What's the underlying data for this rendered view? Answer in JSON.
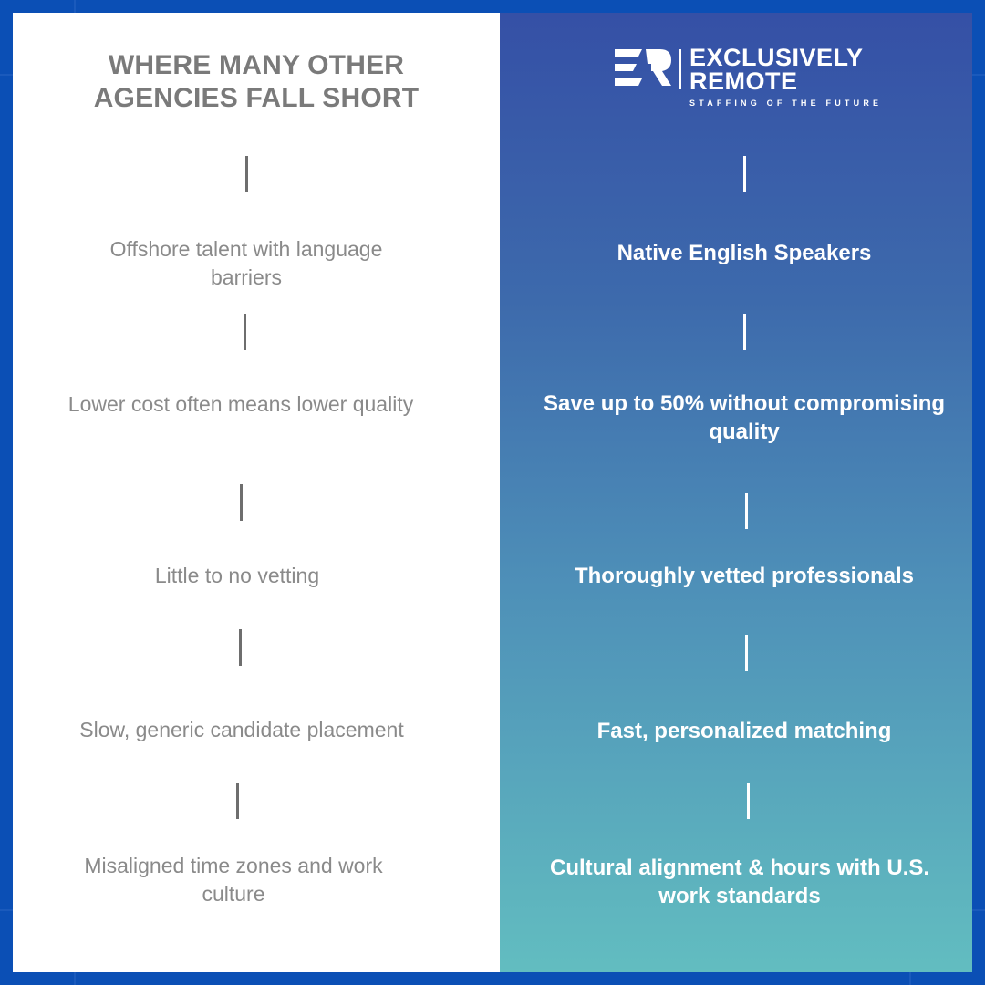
{
  "left": {
    "title_line1": "WHERE MANY OTHER",
    "title_line2": "AGENCIES FALL SHORT",
    "items": [
      "Offshore talent with language barriers",
      "Lower cost often means lower quality",
      "Little to no vetting",
      "Slow, generic candidate placement",
      "Misaligned time zones and work culture"
    ]
  },
  "right": {
    "logo": {
      "name_line1": "EXCLUSIVELY",
      "name_line2": "REMOTE",
      "tagline": "STAFFING OF THE FUTURE"
    },
    "items": [
      "Native English Speakers",
      "Save up to 50% without compromising quality",
      "Thoroughly vetted professionals",
      "Fast, personalized matching",
      "Cultural alignment & hours with U.S. work standards"
    ]
  },
  "colors": {
    "frame": "#0b4fb5",
    "left_text": "#8a8a8a",
    "right_gradient_top": "#3550a6",
    "right_gradient_bottom": "#62bdc0"
  }
}
